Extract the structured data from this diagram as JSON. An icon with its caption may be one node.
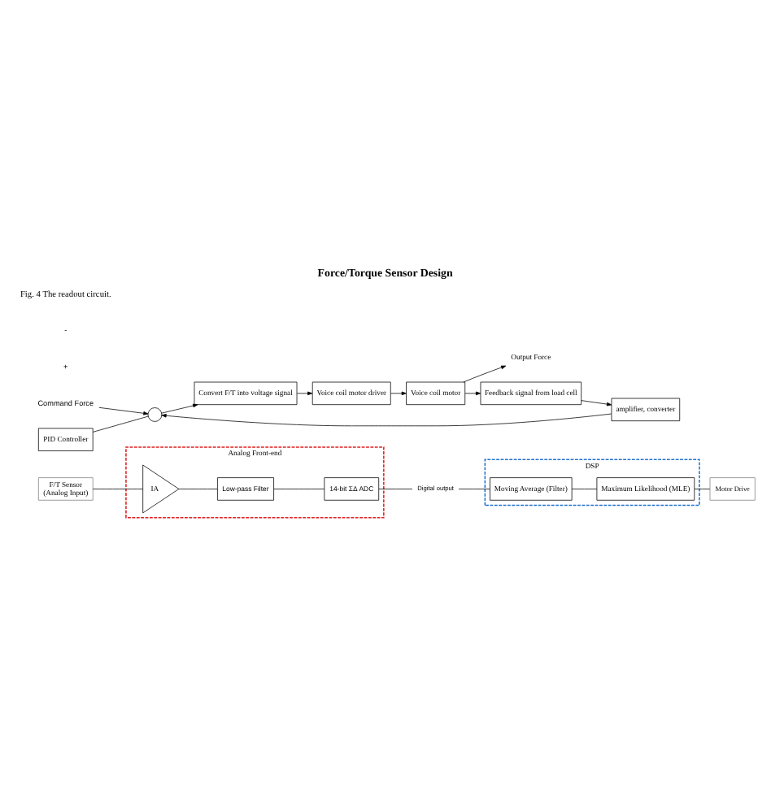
{
  "diagram": {
    "title": "Force/Torque Sensor Design",
    "caption": "Fig. 4 The readout circuit.",
    "nodes": [
      {
        "text": [
          "F/T Sensor",
          "(Analog Input)"
        ]
      },
      {
        "text": [
          "Analog Front-end"
        ]
      },
      {
        "text": [
          "IA"
        ],
        "in": 1
      },
      {
        "text": [
          "Low-pass Filter"
        ],
        "in": 1
      },
      {
        "text": [
          "14-bit ΣΔ ADC"
        ],
        "in": 1
      },
      {
        "text": [
          "Digital output"
        ]
      },
      {
        "text": [
          "DSP"
        ]
      },
      {
        "text": [
          "Moving Average (Filter)"
        ],
        "in": 6
      },
      {
        "text": [
          "Maximum Likelihood (MLE)"
        ],
        "in": 6
      },
      {
        "text": [
          "Motor Drive"
        ]
      },
      {
        "text": [
          "Command Force"
        ]
      },
      {
        "text": [],
        "shape": "circle"
      },
      {
        "text": [
          "Convert F/T into voltage signal"
        ]
      },
      {
        "text": [
          "Voice coil motor driver"
        ]
      },
      {
        "text": [
          "Voice coil motor"
        ]
      },
      {
        "text": [
          "Output Force"
        ]
      },
      {
        "text": [
          "PID Controller"
        ]
      },
      {
        "text": [
          "amplifier, converter"
        ]
      },
      {
        "text": [
          "Feedback signal from load cell"
        ]
      }
    ],
    "edges": [
      {
        "from": 0,
        "to": 2,
        "arrow": "none"
      },
      {
        "from": 2,
        "to": 3,
        "arrow": "none"
      },
      {
        "from": 3,
        "to": 4,
        "arrow": "none"
      },
      {
        "from": 4,
        "to": 5,
        "arrow": "none"
      },
      {
        "from": 5,
        "to": 7,
        "arrow": "none"
      },
      {
        "from": 7,
        "to": 8,
        "arrow": "none"
      },
      {
        "from": 8,
        "to": 9,
        "arrow": "none"
      },
      {
        "from": 10,
        "to": 11,
        "arrow": "to"
      },
      {
        "from": 11,
        "to": 12,
        "arrow": "to"
      },
      {
        "from": 12,
        "to": 13,
        "arrow": "to"
      },
      {
        "from": 13,
        "to": 14,
        "arrow": "to"
      },
      {
        "from": 14,
        "to": 15,
        "arrow": "to"
      },
      {
        "from": 14,
        "to": 18,
        "arrow": "to"
      },
      {
        "from": 18,
        "to": 17,
        "arrow": "to"
      },
      {
        "from": 17,
        "to": 11,
        "arrow": "to"
      },
      {
        "from": 16,
        "to": 11,
        "arrow": "none"
      }
    ],
    "labels": [
      "+",
      "-"
    ]
  }
}
